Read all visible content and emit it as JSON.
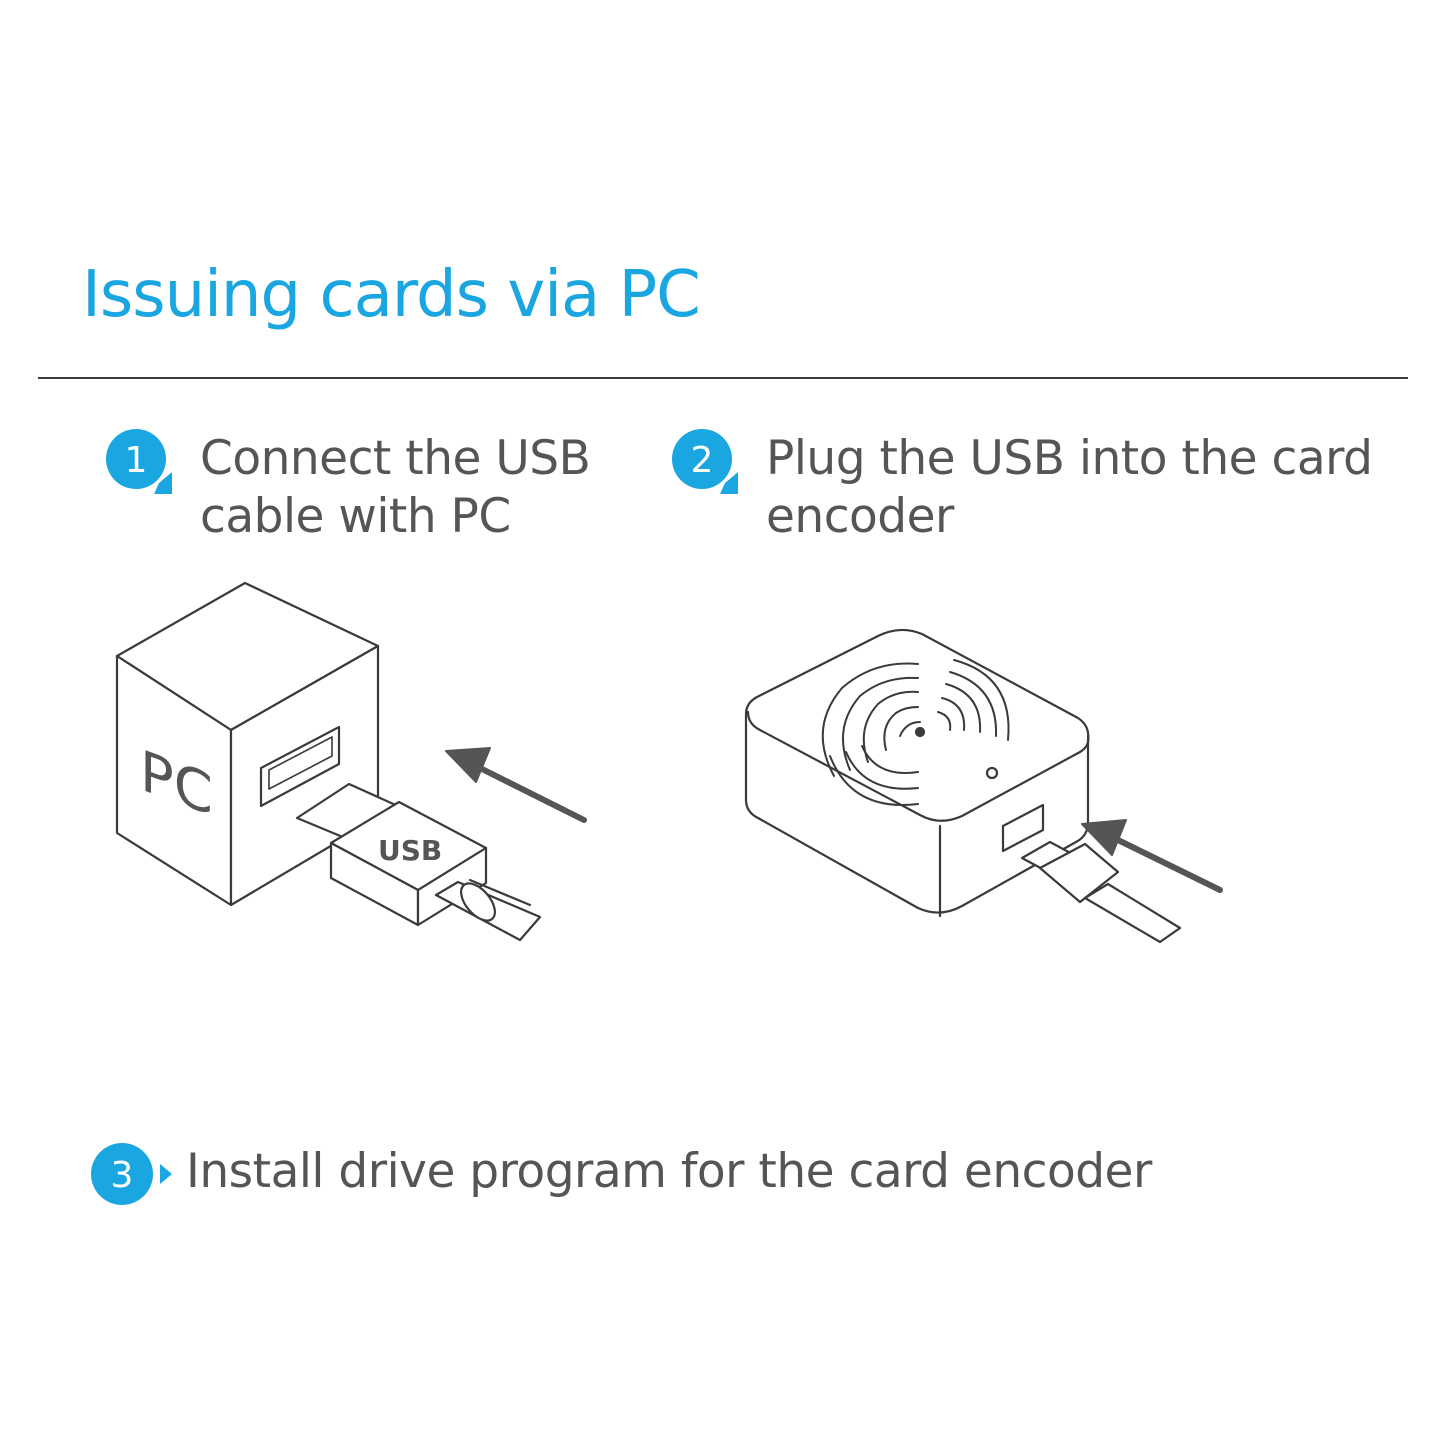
{
  "title": "Issuing cards via PC",
  "accent_color": "#1aa6e0",
  "text_color": "#555555",
  "steps": [
    {
      "number": "1",
      "line1": "Connect the USB",
      "line2": "cable with PC"
    },
    {
      "number": "2",
      "line1": "Plug the USB into the card",
      "line2": "encoder"
    },
    {
      "number": "3",
      "line1": "Install drive program for the card encoder"
    }
  ],
  "illustration": {
    "pc_label": "PC",
    "usb_label": "USB"
  }
}
